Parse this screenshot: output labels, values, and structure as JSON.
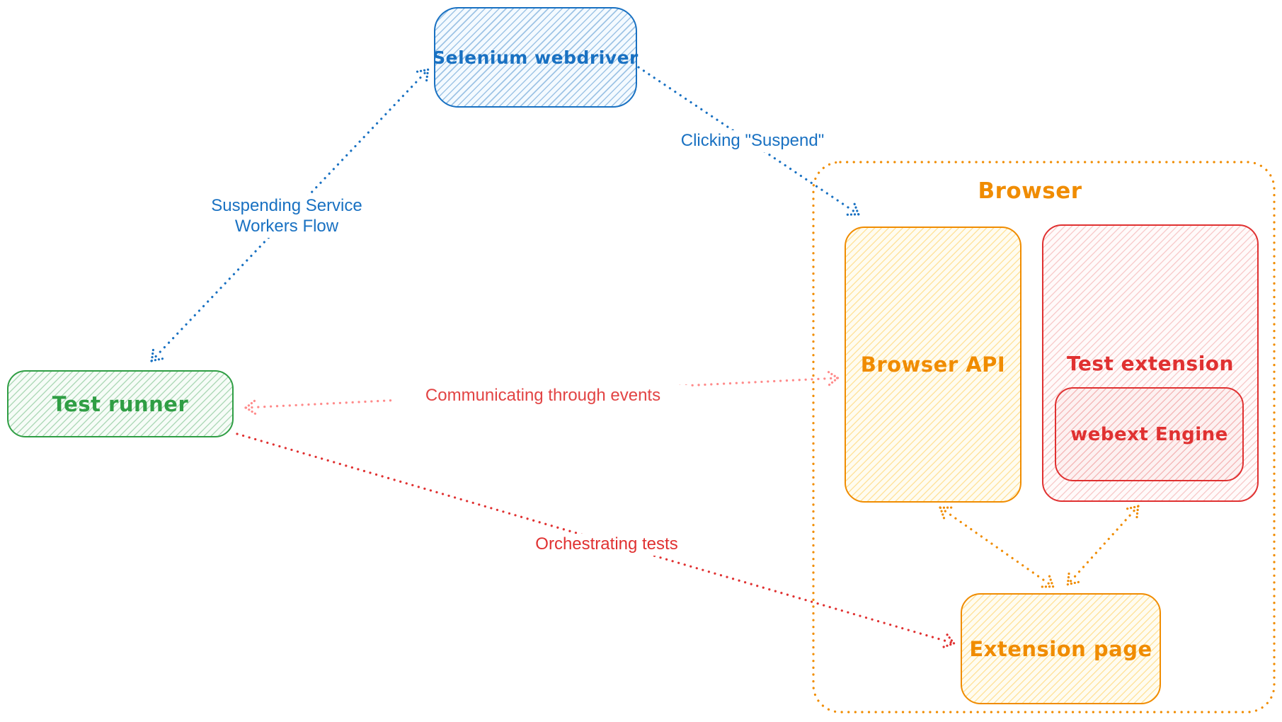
{
  "nodes": {
    "selenium_webdriver": {
      "label": "Selenium webdriver",
      "color": "#1971c2"
    },
    "test_runner": {
      "label": "Test runner",
      "color": "#2f9e44"
    },
    "browser": {
      "label": "Browser",
      "color": "#f08c00"
    },
    "browser_api": {
      "label": "Browser API",
      "color": "#f08c00"
    },
    "test_extension": {
      "label": "Test extension",
      "color": "#e03131"
    },
    "webext_engine": {
      "label": "webext Engine",
      "color": "#e03131"
    },
    "extension_page": {
      "label": "Extension page",
      "color": "#f08c00"
    }
  },
  "edges": {
    "suspending_flow": {
      "label_line1": "Suspending Service",
      "label_line2": "Workers Flow",
      "from": "Test runner",
      "to": "Selenium webdriver",
      "direction": "bidirectional",
      "style": "dotted",
      "color": "#1971c2"
    },
    "clicking_suspend": {
      "label": "Clicking \"Suspend\"",
      "from": "Selenium webdriver",
      "to": "Browser API",
      "direction": "one-way",
      "style": "dotted",
      "color": "#1971c2"
    },
    "communicating": {
      "label": "Communicating through events",
      "from": "Test runner",
      "to": "Browser API",
      "direction": "bidirectional",
      "style": "dotted",
      "color": "#ff8a8a"
    },
    "orchestrating": {
      "label": "Orchestrating tests",
      "from": "Test runner",
      "to": "Extension page",
      "direction": "one-way",
      "style": "dotted",
      "color": "#e03131"
    },
    "api_to_extension_page": {
      "label": "",
      "from": "Browser API",
      "to": "Extension page",
      "direction": "bidirectional",
      "style": "dotted",
      "color": "#f08c00"
    },
    "test_extension_to_extension_page": {
      "label": "",
      "from": "Test extension",
      "to": "Extension page",
      "direction": "bidirectional",
      "style": "dotted",
      "color": "#f08c00"
    }
  },
  "colors": {
    "blue": "#1971c2",
    "green": "#2f9e44",
    "orange": "#f08c00",
    "red": "#e03131",
    "pink": "#ff8a8a",
    "background": "#ffffff"
  }
}
